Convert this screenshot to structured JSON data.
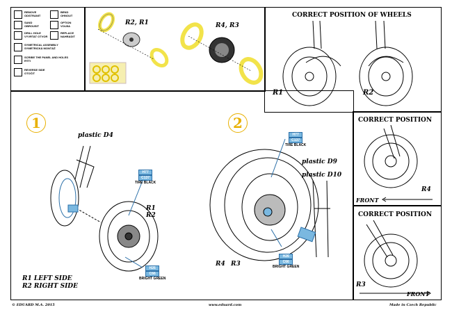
{
  "legend": [
    {
      "icon": "remove-icon",
      "label": "REMOVE\nODSTRANIT"
    },
    {
      "icon": "bend-icon",
      "label": "BEND\nOHNOUT"
    },
    {
      "icon": "sand-icon",
      "label": "SAND\nOBROUSIT"
    },
    {
      "icon": "option-icon",
      "label": "OPTION\nVOLBA"
    },
    {
      "icon": "drill-icon",
      "label": "DRILL HOLE\nVYVRTAT OTVOR"
    },
    {
      "icon": "replace-icon",
      "label": "REPLACE\nNAHRADIT"
    },
    {
      "icon": "symmetrical-icon",
      "label": "SYMETRICAL ASSEMBLY\nSYMETRICKÁ MONTÁŽ"
    },
    {
      "icon": "scribe-icon",
      "label": "SCRIBE THE PANEL AND HOLES\nRÝTI"
    },
    {
      "icon": "reverse-icon",
      "label": "REVERSE SIDE\nOTOČIT"
    }
  ],
  "parts_top": {
    "left": "R2, R1",
    "right": "R4, R3"
  },
  "correct_wheels": {
    "title": "CORRECT POSITION OF WHEELS",
    "left": "R1",
    "right": "R2"
  },
  "correct_pos_1": {
    "title": "CORRECT POSITION",
    "part": "R4",
    "dir": "FRONT"
  },
  "correct_pos_2": {
    "title": "CORRECT POSITION",
    "part": "R3",
    "dir": "FRONT"
  },
  "step1": {
    "number": "1",
    "plastic": "plastic D4",
    "parts": "R1\nR2",
    "side1": "R1 LEFT SIDE",
    "side2": "R2 RIGHT SIDE",
    "tire": {
      "h": "H77",
      "c": "C137",
      "name": "TIRE BLACK"
    },
    "hub": {
      "h": "H26",
      "c": "C66",
      "name": "BRIGHT GREEN"
    }
  },
  "step2": {
    "number": "2",
    "plastic1": "plastic D9",
    "plastic2": "plastic D10",
    "parts": "R4",
    "parts2": "R3",
    "tire": {
      "h": "H77",
      "c": "C137",
      "name": "TIRE BLACK"
    },
    "hub": {
      "h": "H26",
      "c": "C66",
      "name": "BRIGHT GREEN"
    }
  },
  "footer": {
    "copyright": "© EDUARD M.A. 2015",
    "url": "www.eduard.com",
    "made": "Made in Czech Republic"
  },
  "colors": {
    "mask": "#f2e34a",
    "step": "#e8b000",
    "paint": "#7ab8e0"
  }
}
